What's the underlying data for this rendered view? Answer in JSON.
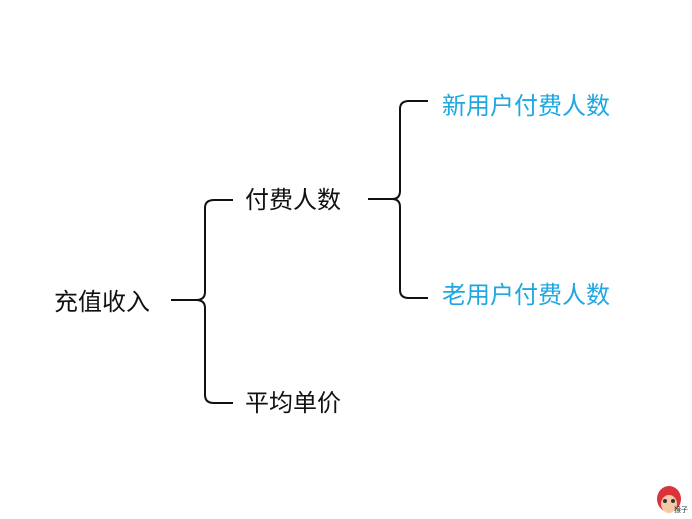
{
  "root": {
    "label": "充值收入"
  },
  "level1": [
    {
      "label": "付费人数"
    },
    {
      "label": "平均单价"
    }
  ],
  "level2": [
    {
      "label": "新用户付费人数"
    },
    {
      "label": "老用户付费人数"
    }
  ],
  "colors": {
    "leaf": "#1ea7e1",
    "text": "#111111",
    "logo": "#d9343a"
  },
  "watermark": {
    "text": "猴子"
  }
}
